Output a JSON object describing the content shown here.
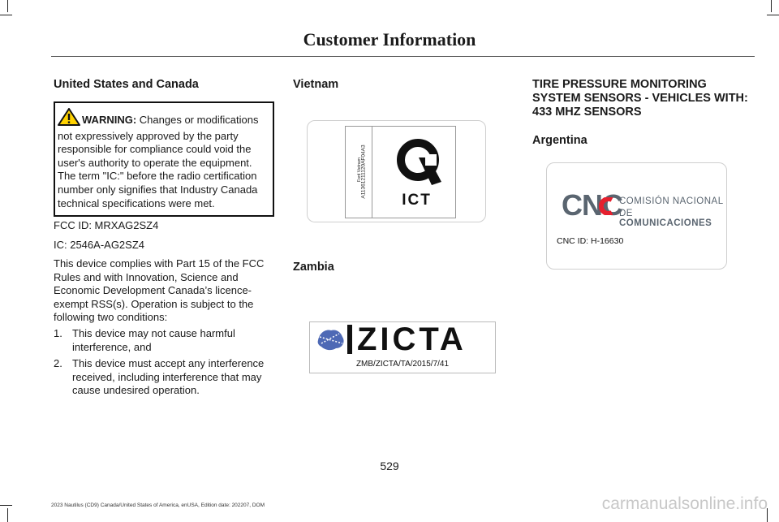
{
  "header": {
    "title": "Customer Information"
  },
  "left": {
    "heading": "United States and Canada",
    "warning_label": "WARNING:",
    "warning_text": "Changes or modifications not expressively approved by the party responsible for compliance could void the user's authority to operate the equipment. The term \"IC:\" before the radio certification number only signifies that Industry Canada technical specifications were met.",
    "fcc_id": "FCC ID: MRXAG2SZ4",
    "ic": "IC: 2546A-AG2SZ4",
    "paragraph": "This device complies with Part 15 of the FCC Rules and with Innovation, Science and Economic Development Canada’s licence-exempt RSS(s). Operation is subject to the following two conditions:",
    "conditions": [
      {
        "num": "1.",
        "text": "This device may not cause harmful interference, and"
      },
      {
        "num": "2.",
        "text": "This device must accept any interference received, including interference that may cause undesired operation."
      }
    ]
  },
  "middle": {
    "vietnam_heading": "Vietnam",
    "vietnam_side_text": "Ford Vietnam",
    "vietnam_code": "A11361211120AF04A3",
    "ict_label": "ICT",
    "zambia_heading": "Zambia",
    "zicta_logo": "ZICTA",
    "zicta_number": "ZMB/ZICTA/TA/2015/7/41"
  },
  "right": {
    "tpms_heading": "TIRE PRESSURE MONITORING SYSTEM SENSORS - VEHICLES WITH: 433 MHZ SENSORS",
    "argentina_heading": "Argentina",
    "cnc_logo": "CNC",
    "cnc_name_line1": "COMISIÓN NACIONAL",
    "cnc_name_line2_prefix": "DE ",
    "cnc_name_line2_bold": "COMUNICACIONES",
    "cnc_id": "CNC ID: H-16630"
  },
  "footer": {
    "page_number": "529",
    "edition": "2023 Nautilus (CD9) Canada/United States of America, enUSA, Edition date: 202207, DOM",
    "watermark": "carmanualsonline.info"
  },
  "colors": {
    "cnc_red": "#e5202e",
    "cnc_gray": "#5a6570",
    "warning_yellow": "#ffd200"
  }
}
